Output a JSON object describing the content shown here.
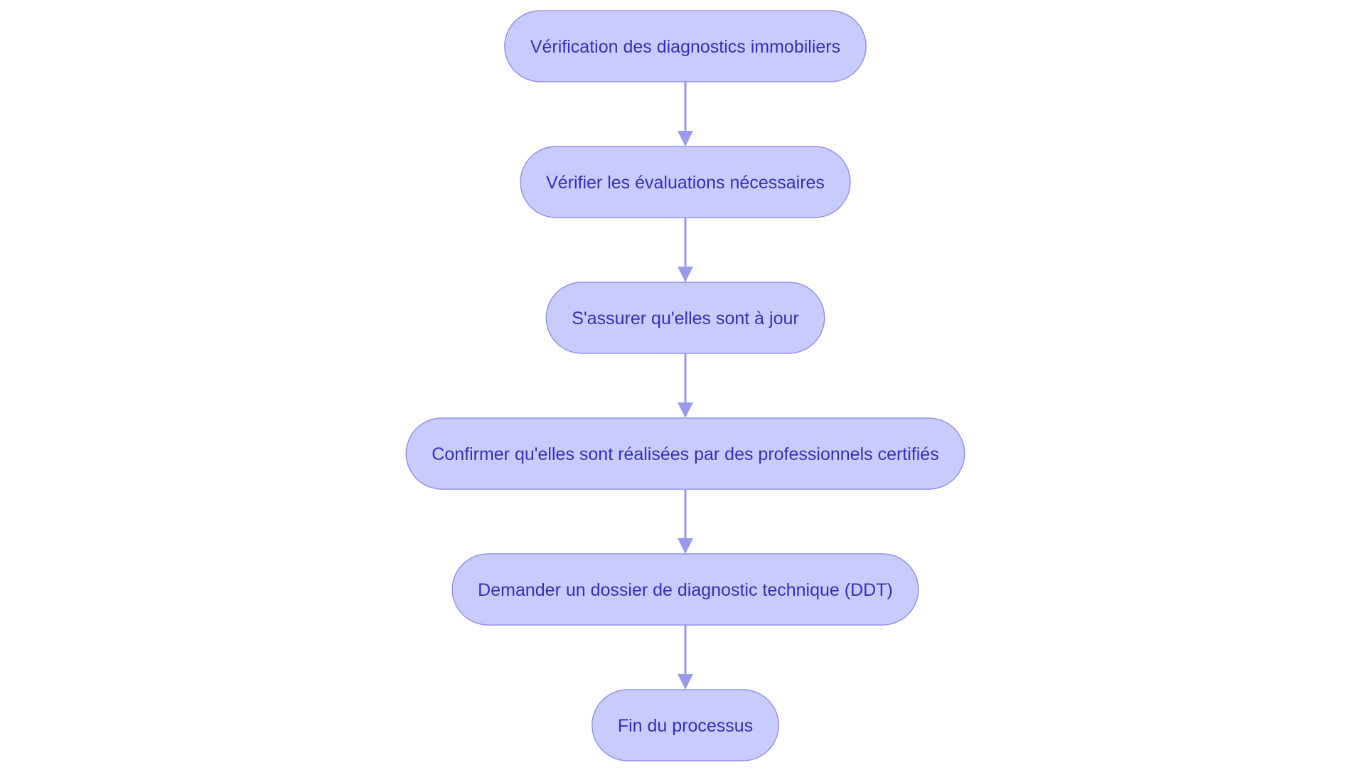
{
  "diagram": {
    "type": "flowchart",
    "direction": "top-to-bottom",
    "colors": {
      "node_fill": "#cacbfd",
      "node_stroke": "#9393ea",
      "node_text": "#3131b8",
      "edge": "#9a9aec"
    },
    "nodes": [
      {
        "id": "n1",
        "label": "Vérification des diagnostics immobiliers"
      },
      {
        "id": "n2",
        "label": "Vérifier les évaluations nécessaires"
      },
      {
        "id": "n3",
        "label": "S'assurer qu'elles sont à jour"
      },
      {
        "id": "n4",
        "label": "Confirmer qu'elles sont réalisées par des professionnels certifiés"
      },
      {
        "id": "n5",
        "label": "Demander un dossier de diagnostic technique (DDT)"
      },
      {
        "id": "n6",
        "label": "Fin du processus"
      }
    ],
    "edges": [
      {
        "from": "n1",
        "to": "n2"
      },
      {
        "from": "n2",
        "to": "n3"
      },
      {
        "from": "n3",
        "to": "n4"
      },
      {
        "from": "n4",
        "to": "n5"
      },
      {
        "from": "n5",
        "to": "n6"
      }
    ]
  }
}
